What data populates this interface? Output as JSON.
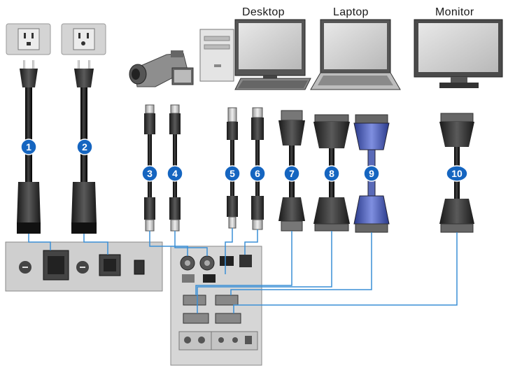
{
  "labels": {
    "desktop": "Desktop",
    "laptop": "Laptop",
    "monitor": "Monitor"
  },
  "cable_numbers": [
    "1",
    "2",
    "3",
    "4",
    "5",
    "6",
    "7",
    "8",
    "9",
    "10"
  ],
  "colors": {
    "badge": "#1565c0",
    "wire": "#3a8fd6",
    "cable": "#111111",
    "vga_blue": "#4455aa",
    "panel": "#cfcfcf"
  }
}
